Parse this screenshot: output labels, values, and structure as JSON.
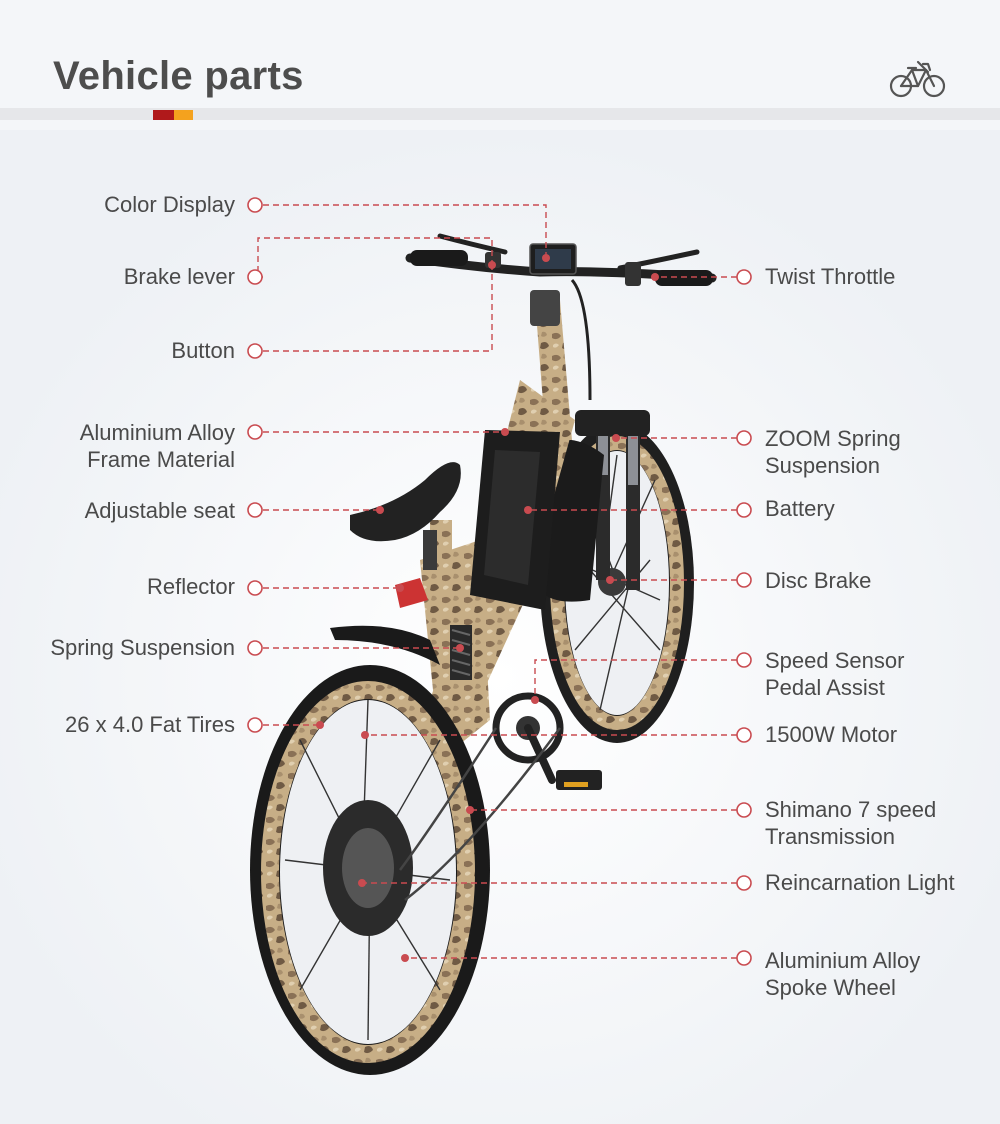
{
  "header": {
    "title": "Vehicle parts",
    "accent_colors": {
      "red": "#b0191b",
      "orange": "#f4a21e"
    },
    "icon": "bicycle-icon"
  },
  "colors": {
    "leader": "#c94b50",
    "text": "#4a4a4a",
    "frame": "#b9a17d",
    "tire": "#1c1c1c"
  },
  "parts_left": [
    {
      "id": "color-display",
      "text": "Color Display"
    },
    {
      "id": "brake-lever",
      "text": "Brake lever"
    },
    {
      "id": "button",
      "text": "Button"
    },
    {
      "id": "frame-material",
      "text": "Aluminium Alloy",
      "text2": "Frame Material"
    },
    {
      "id": "adjustable-seat",
      "text": "Adjustable seat"
    },
    {
      "id": "reflector",
      "text": "Reflector"
    },
    {
      "id": "spring-suspension",
      "text": "Spring Suspension"
    },
    {
      "id": "fat-tires",
      "text": "26 x 4.0 Fat Tires"
    }
  ],
  "parts_right": [
    {
      "id": "twist-throttle",
      "text": "Twist Throttle"
    },
    {
      "id": "zoom-suspension",
      "text": "ZOOM Spring",
      "text2": "Suspension"
    },
    {
      "id": "battery",
      "text": "Battery"
    },
    {
      "id": "disc-brake",
      "text": "Disc Brake"
    },
    {
      "id": "speed-sensor",
      "text": "Speed Sensor",
      "text2": "Pedal Assist"
    },
    {
      "id": "motor",
      "text": "1500W Motor"
    },
    {
      "id": "transmission",
      "text": "Shimano 7 speed",
      "text2": "Transmission"
    },
    {
      "id": "light",
      "text": "Reincarnation Light"
    },
    {
      "id": "spoke-wheel",
      "text": "Aluminium Alloy",
      "text2": "Spoke Wheel"
    }
  ]
}
